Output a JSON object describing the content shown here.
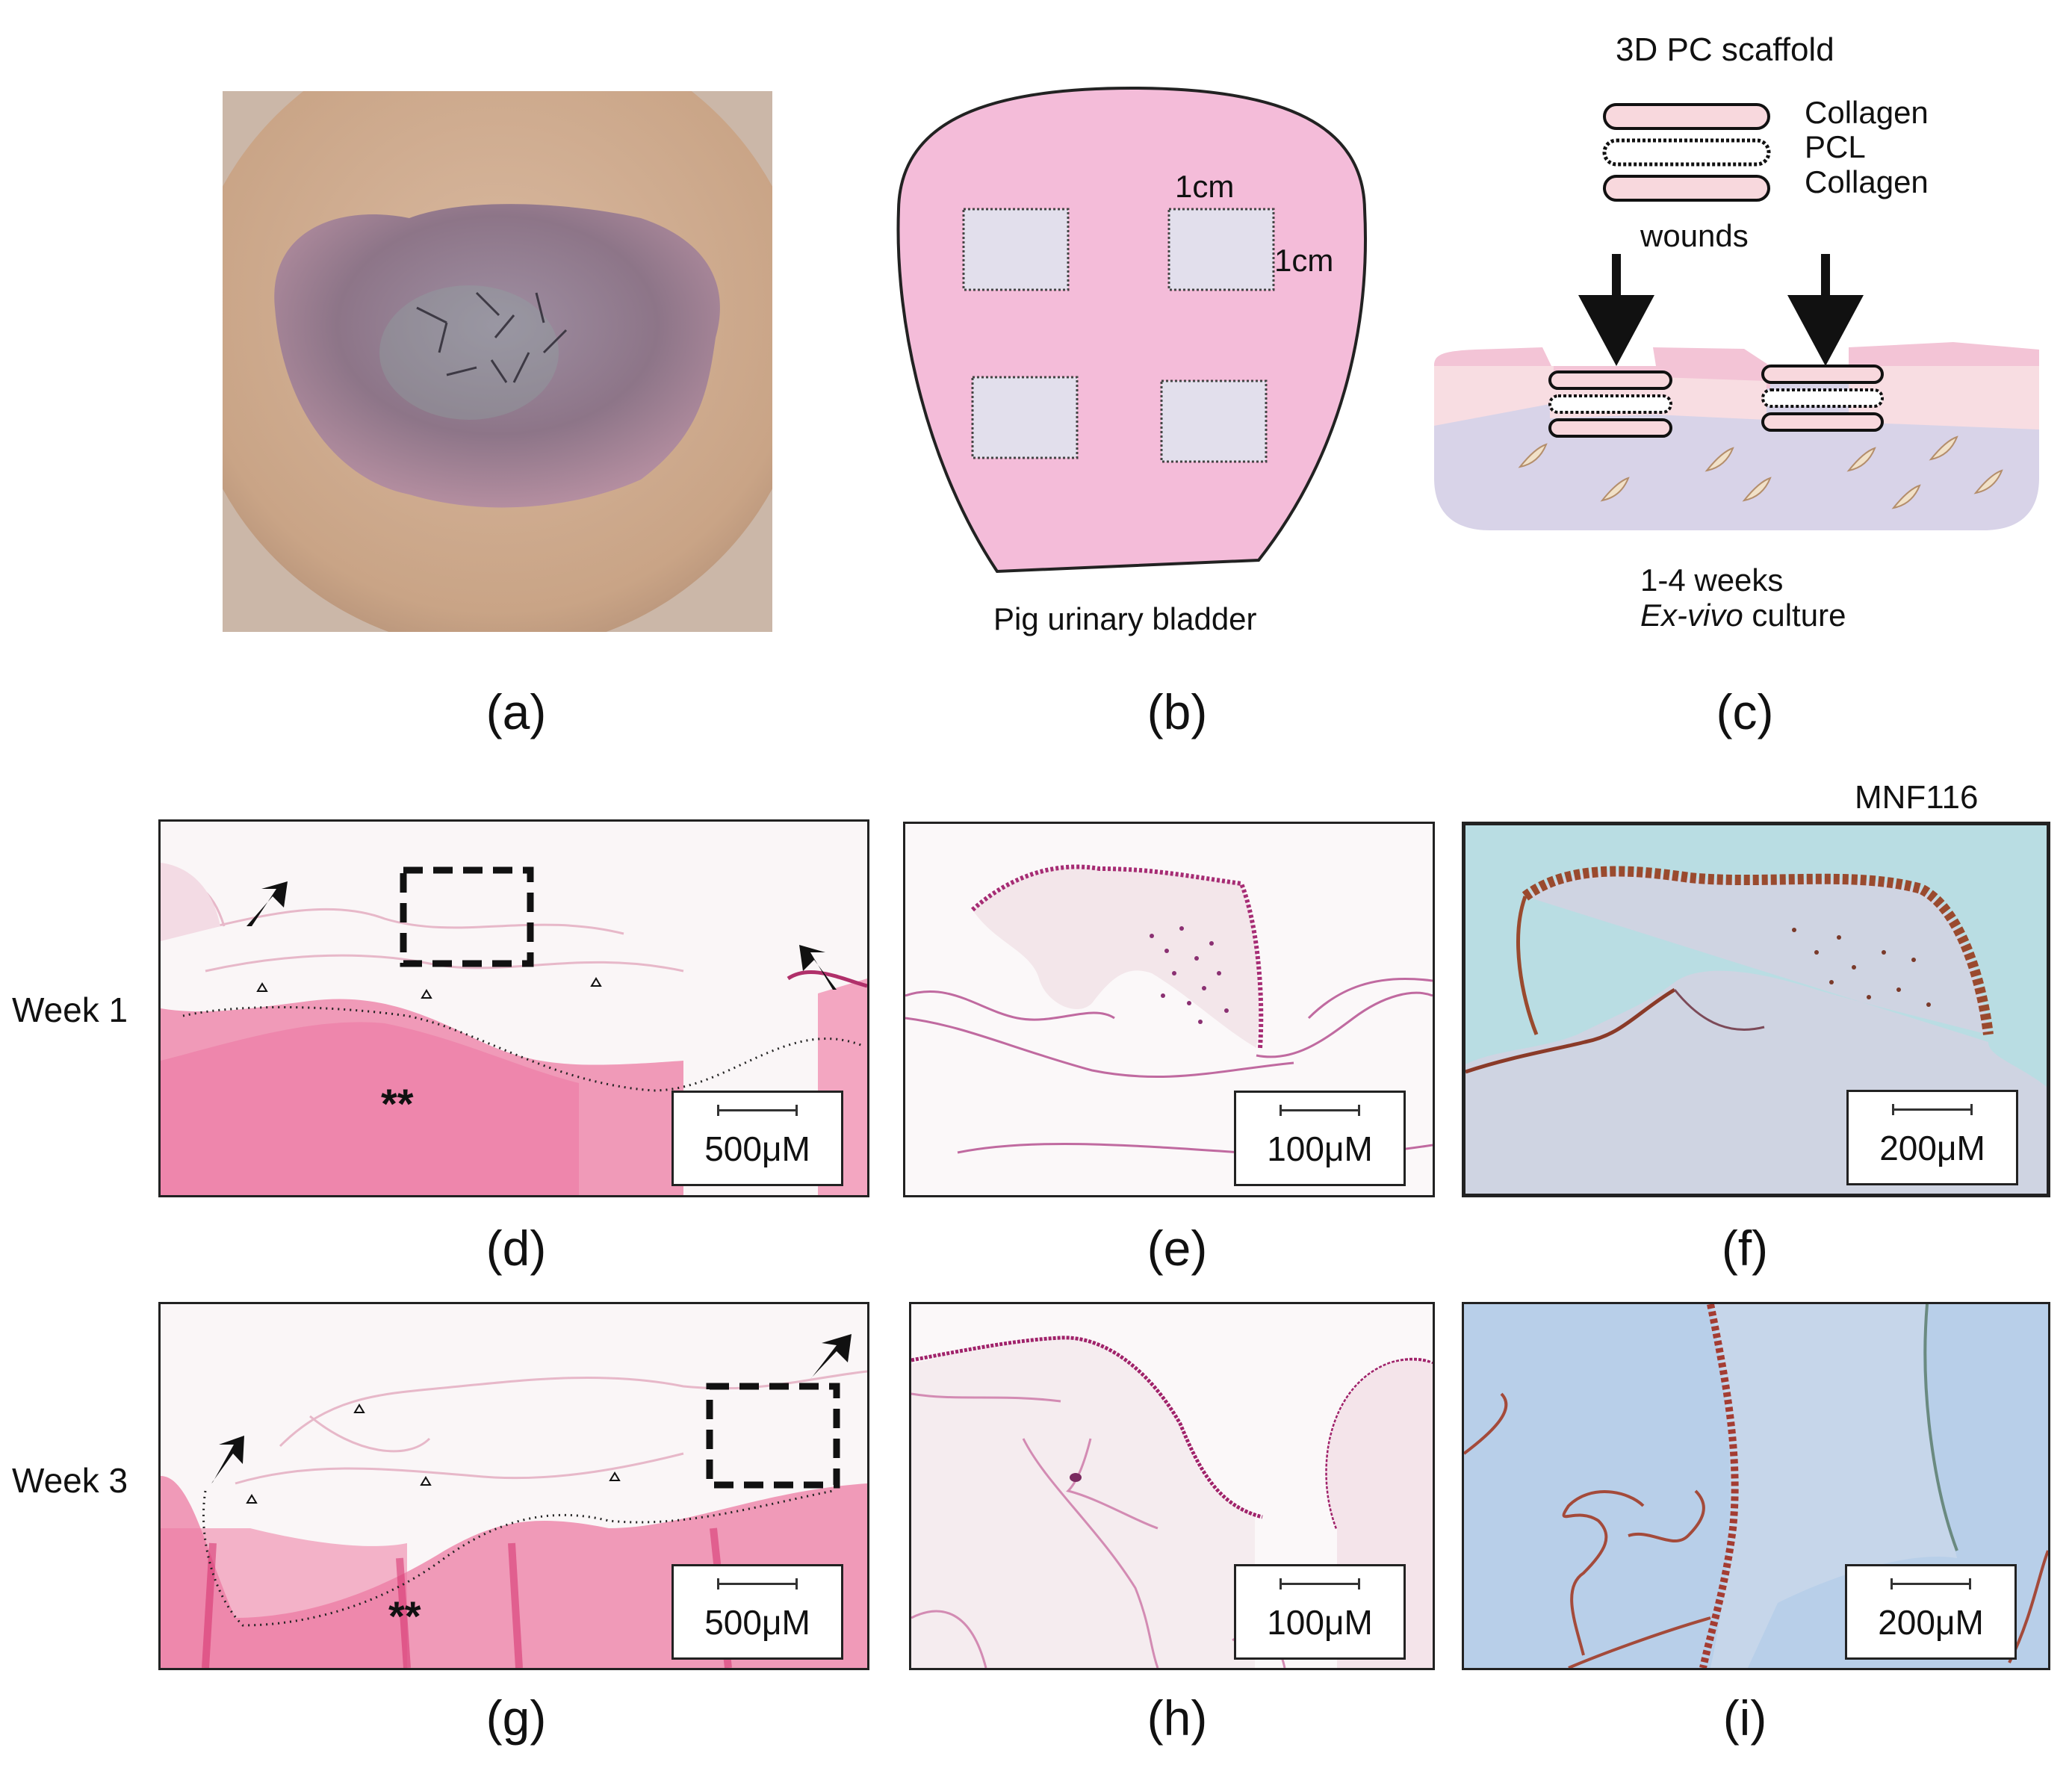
{
  "panels": {
    "a": {
      "label": "(a)"
    },
    "b": {
      "label": "(b)",
      "caption": "Pig urinary bladder",
      "dim_width": "1cm",
      "dim_height": "1cm"
    },
    "c": {
      "label": "(c)",
      "title": "3D PC scaffold",
      "layer_top": "Collagen",
      "layer_mid": "PCL",
      "layer_bottom": "Collagen",
      "wounds": "wounds",
      "duration": "1-4 weeks",
      "culture_italic": "Ex-vivo",
      "culture_rest": " culture"
    },
    "d": {
      "label": "(d)",
      "scale": "500μM",
      "marker": "**"
    },
    "e": {
      "label": "(e)",
      "scale": "100μM"
    },
    "f": {
      "label": "(f)",
      "scale": "200μM",
      "stain": "MNF116"
    },
    "g": {
      "label": "(g)",
      "scale": "500μM",
      "marker": "**"
    },
    "h": {
      "label": "(h)",
      "scale": "100μM"
    },
    "i": {
      "label": "(i)",
      "scale": "200μM"
    }
  },
  "rows": {
    "week1": "Week 1",
    "week3": "Week 3"
  },
  "colors": {
    "bladder_pink": "#f4bcd9",
    "wound_fill": "#e2dfec",
    "he_pink": "#ee6f9c",
    "mnf_bg": "#b9dde3",
    "mnf_bg2": "#b8cfe9",
    "brown_stain": "#9a4a2e"
  }
}
